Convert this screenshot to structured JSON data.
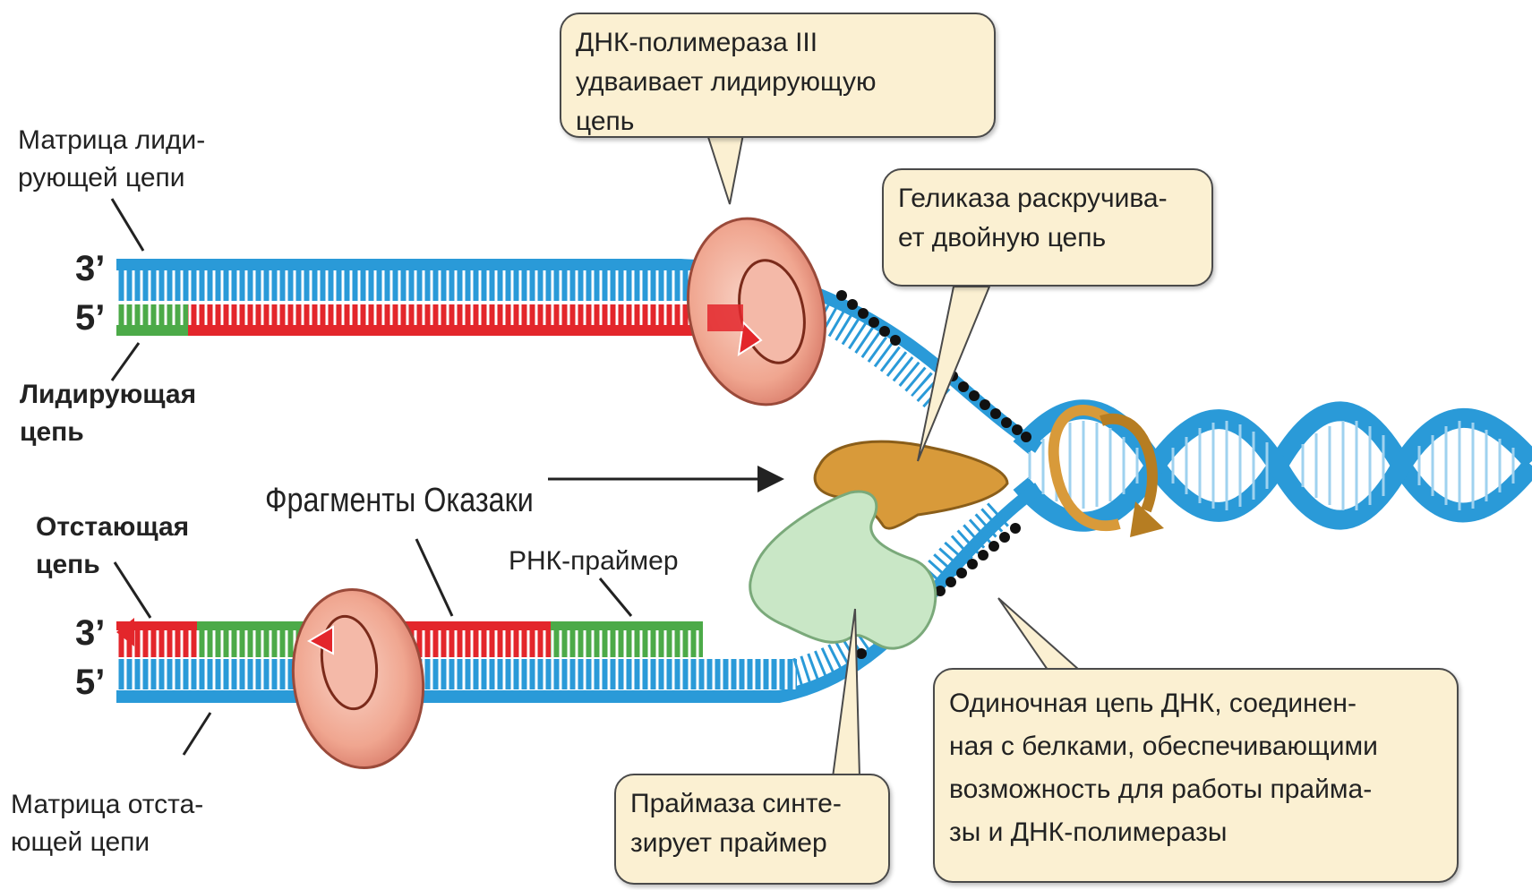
{
  "labels": {
    "leading_template": [
      "Матрица лиди-",
      "рующей цепи"
    ],
    "leading_strand": [
      "Лидирующая",
      "цепь"
    ],
    "lagging_strand": [
      "Отстающая",
      "цепь"
    ],
    "lagging_template": [
      "Матрица отста-",
      "ющей цепи"
    ],
    "okazaki": "Фрагменты Оказаки",
    "rna_primer": "РНК-праймер"
  },
  "ends": {
    "top_3": "3’",
    "top_5": "5’",
    "bottom_3": "3’",
    "bottom_5": "5’"
  },
  "callouts": {
    "polymerase": [
      "ДНК-полимераза III",
      "удваивает лидирующую",
      "цепь"
    ],
    "helicase": [
      "Геликаза раскручива-",
      "ет двойную цепь"
    ],
    "primase": [
      "Праймаза синте-",
      "зирует праймер"
    ],
    "ssb": [
      "Одиночная цепь ДНК, соединен-",
      "ная с белками, обеспечивающими",
      "возможность для работы прайма-",
      "зы и ДНК-полимеразы"
    ]
  },
  "colors": {
    "dna_strand": "#2a9ad8",
    "new_strand": "#e3262b",
    "rna_primer": "#4caa48",
    "polymerase_clamp": "#f3b1a0",
    "helicase": "#d89a3a",
    "primase": "#c9e7c6",
    "callout_fill": "#fbf0d2"
  }
}
